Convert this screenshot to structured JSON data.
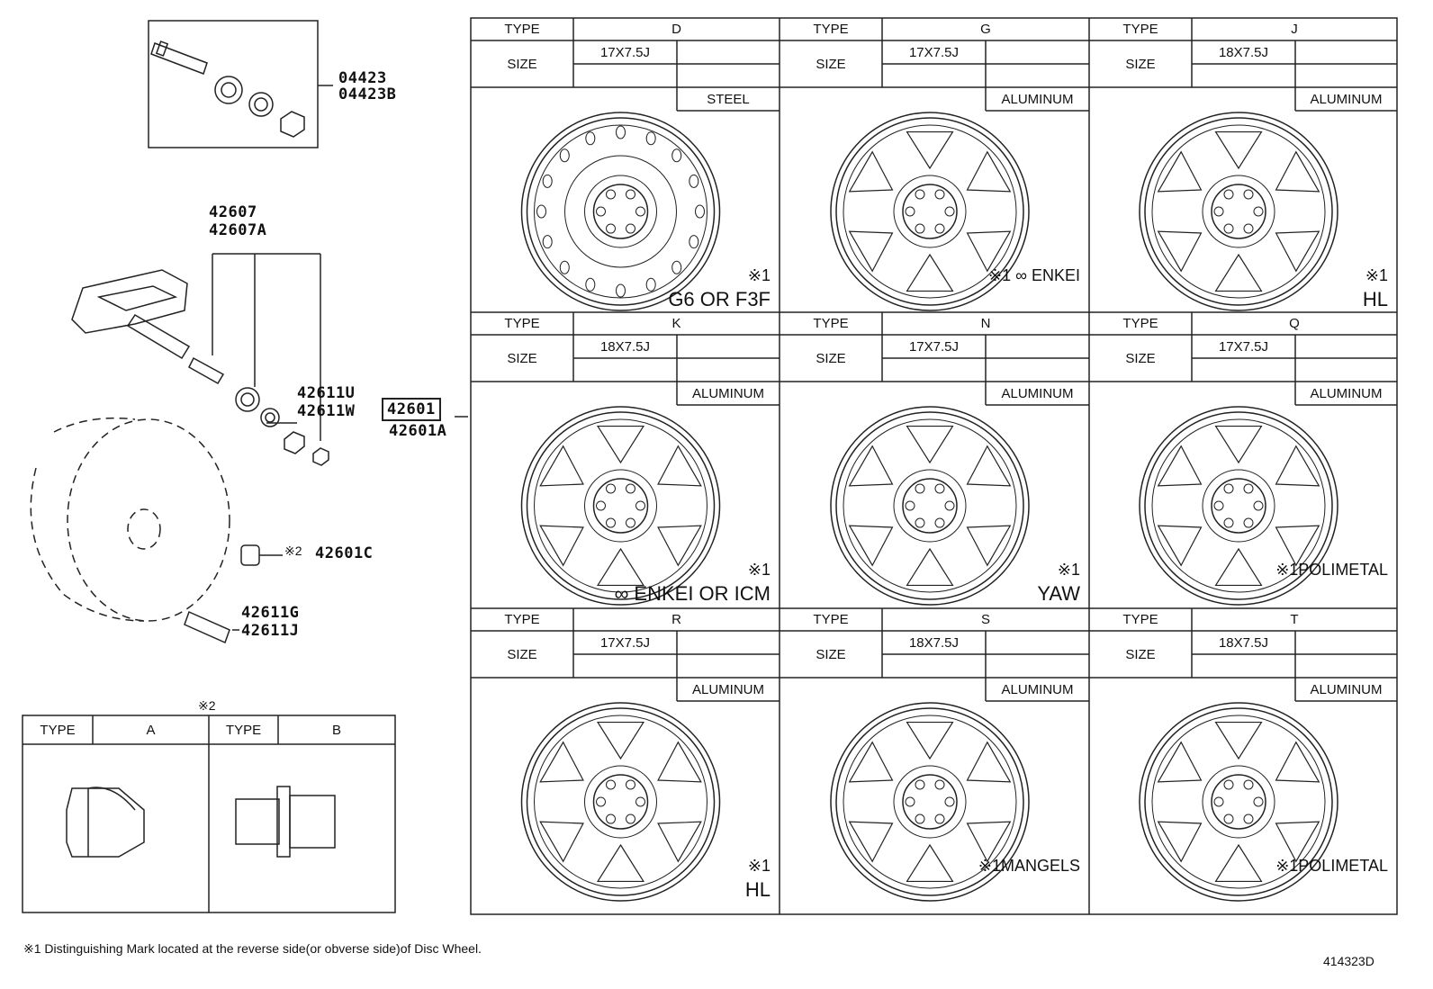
{
  "parts": {
    "valve_kit": [
      "04423",
      "04423B"
    ],
    "sensor": [
      "42607",
      "42607A"
    ],
    "grommet": [
      "42611U",
      "42611W"
    ],
    "wheel": [
      "42601",
      "42601A"
    ],
    "nut_c": "42601C",
    "valve_g": [
      "42611G",
      "42611J"
    ],
    "nut_note": "※2"
  },
  "nut_table": {
    "header_note": "※2",
    "type_label": "TYPE",
    "types": [
      "A",
      "B"
    ]
  },
  "labels": {
    "type": "TYPE",
    "size": "SIZE"
  },
  "wheels": [
    {
      "type": "D",
      "size": "17X7.5J",
      "material": "STEEL",
      "mark": "※1",
      "mark2": "G6 OR F3F"
    },
    {
      "type": "G",
      "size": "17X7.5J",
      "material": "ALUMINUM",
      "mark": "※1 ∞ ENKEI",
      "mark2": ""
    },
    {
      "type": "J",
      "size": "18X7.5J",
      "material": "ALUMINUM",
      "mark": "※1",
      "mark2": "HL"
    },
    {
      "type": "K",
      "size": "18X7.5J",
      "material": "ALUMINUM",
      "mark": "※1",
      "mark2": "∞ ENKEI OR ICM"
    },
    {
      "type": "N",
      "size": "17X7.5J",
      "material": "ALUMINUM",
      "mark": "※1",
      "mark2": "YAW"
    },
    {
      "type": "Q",
      "size": "17X7.5J",
      "material": "ALUMINUM",
      "mark": "※1POLIMETAL",
      "mark2": ""
    },
    {
      "type": "R",
      "size": "17X7.5J",
      "material": "ALUMINUM",
      "mark": "※1",
      "mark2": "HL"
    },
    {
      "type": "S",
      "size": "18X7.5J",
      "material": "ALUMINUM",
      "mark": "※1MANGELS",
      "mark2": ""
    },
    {
      "type": "T",
      "size": "18X7.5J",
      "material": "ALUMINUM",
      "mark": "※1POLIMETAL",
      "mark2": ""
    }
  ],
  "footnote": "※1 Distinguishing Mark located at the reverse side(or obverse side)of Disc Wheel.",
  "diagram_id": "414323D"
}
